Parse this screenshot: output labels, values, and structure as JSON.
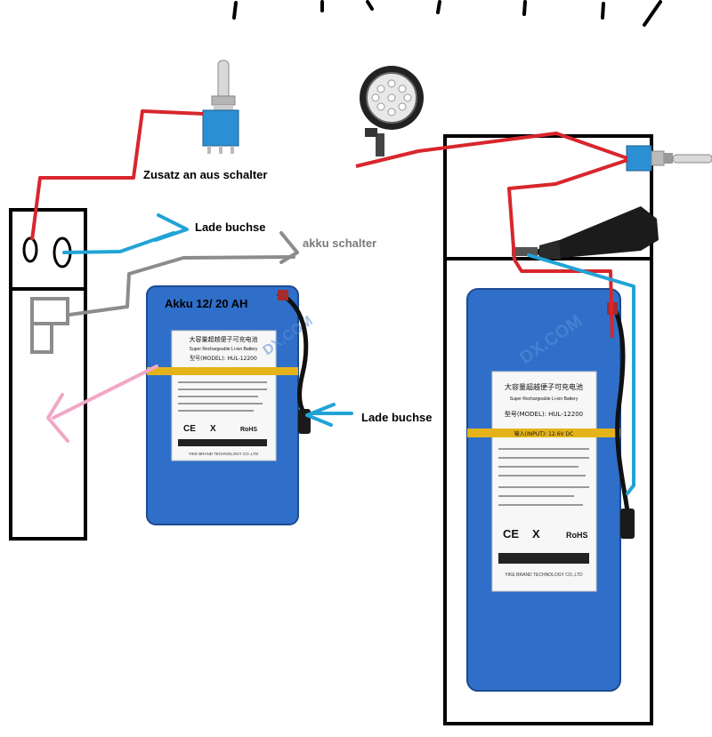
{
  "labels": {
    "zusatz_switch": "Zusatz an aus schalter",
    "lade_buchse_top": "Lade buchse",
    "akku_schalter": "akku schalter",
    "akku_capacity": "Akku 12/ 20 AH",
    "lade_buchse_right": "Lade buchse"
  },
  "battery_left": {
    "sticker_title": "大容量超越便子可充电池",
    "sticker_subtitle": "Super Rechargeable Li-ion Battery",
    "model": "型号(MODEL): HUL-12200",
    "marks": [
      "CE",
      "X",
      "RoHS"
    ],
    "footer": "YIKE BRAND TECHNOLOGY CO.,LTD",
    "watermark": "DX.COM"
  },
  "battery_right": {
    "sticker_title": "大容量超越便子可充电池",
    "sticker_subtitle": "Super Rechargeable Li-ion Battery",
    "model": "型号(MODEL): HUL-12200",
    "input": "输入(INPUT): 12.6V DC",
    "marks": [
      "CE",
      "X",
      "RoHS"
    ],
    "footer": "YIKE BRAND TECHNOLOGY CO.,LTD",
    "watermark": "DX.COM"
  },
  "colors": {
    "red_wire": "#d8262c",
    "blue_wire": "#22a3d6",
    "grey_wire": "#8c8c8c",
    "pink_arrow": "#f1a7c6",
    "battery_blue": "#2f6fc9",
    "box_outline": "#000000"
  },
  "icons": [
    "toggle-switch-icon",
    "work-light-icon",
    "dc-plug-icon"
  ]
}
